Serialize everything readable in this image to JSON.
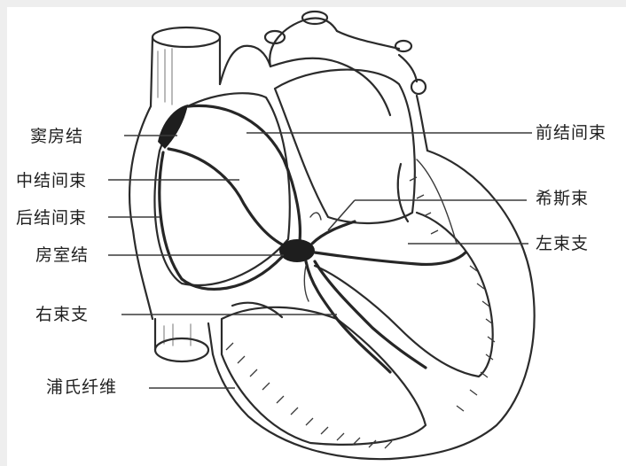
{
  "labels": {
    "sinoatrial_node": "窦房结",
    "middle_internodal": "中结间束",
    "posterior_internodal": "后结间束",
    "av_node": "房室结",
    "right_bundle_branch": "右束支",
    "purkinje_fibers": "浦氏纤维",
    "anterior_internodal": "前结间束",
    "bundle_of_his": "希斯束",
    "left_bundle_branch": "左束支"
  }
}
